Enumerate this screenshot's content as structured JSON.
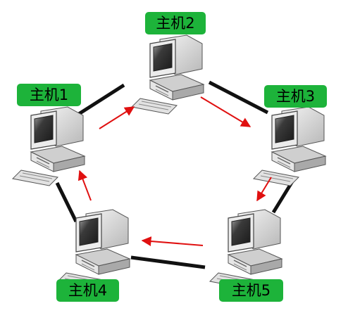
{
  "hosts": [
    {
      "id": "h1",
      "label": "主机1"
    },
    {
      "id": "h2",
      "label": "主机2"
    },
    {
      "id": "h3",
      "label": "主机3"
    },
    {
      "id": "h4",
      "label": "主机4"
    },
    {
      "id": "h5",
      "label": "主机5"
    }
  ],
  "ring_links": [
    [
      "h1",
      "h2"
    ],
    [
      "h2",
      "h3"
    ],
    [
      "h3",
      "h5"
    ],
    [
      "h5",
      "h4"
    ],
    [
      "h4",
      "h1"
    ]
  ],
  "flow_direction": [
    "h1",
    "h2",
    "h3",
    "h5",
    "h4",
    "h1"
  ],
  "colors": {
    "label_bg": "#1db33a",
    "link": "#111111",
    "arrow": "#e01010",
    "computer_body": "#dcdcdc",
    "screen": "#2d2d2d"
  }
}
